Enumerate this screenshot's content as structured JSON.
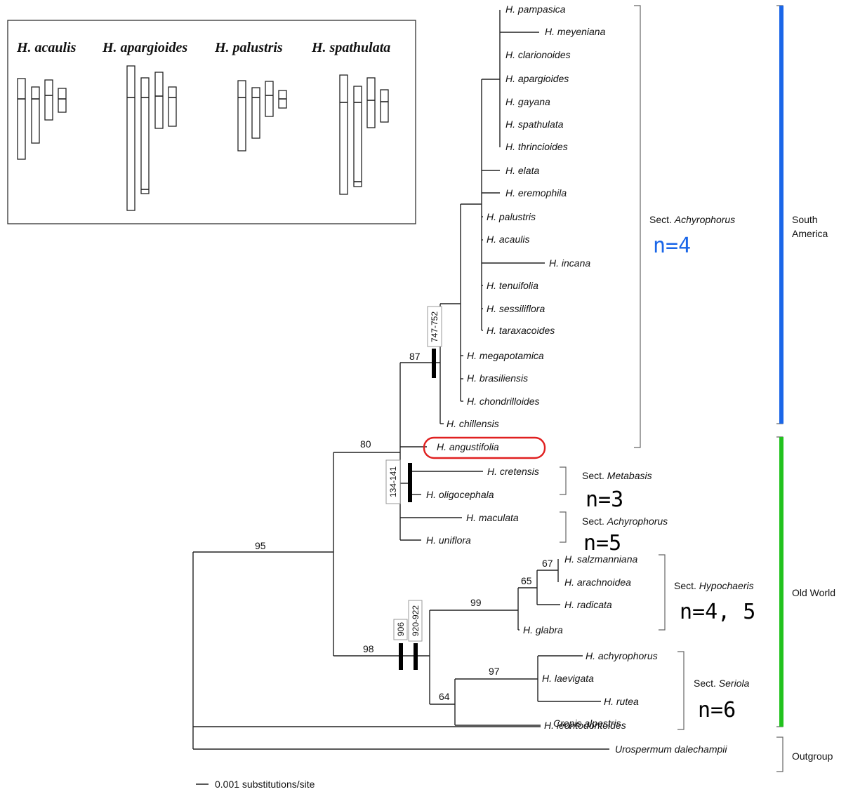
{
  "insert": {
    "species": [
      "H. acaulis",
      "H. apargioides",
      "H. palustris",
      "H. spathulata"
    ]
  },
  "taxa": {
    "pampasica": "H. pampasica",
    "meyeniana": "H. meyeniana",
    "clarionoides": "H. clarionoides",
    "apargioides": "H. apargioides",
    "gayana": "H. gayana",
    "spathulata": "H. spathulata",
    "thrincioides": "H. thrincioides",
    "elata": "H. elata",
    "eremophila": "H. eremophila",
    "palustris": "H. palustris",
    "acaulis": "H. acaulis",
    "incana": "H. incana",
    "tenuifolia": "H. tenuifolia",
    "sessiliflora": "H. sessiliflora",
    "taraxacoides": "H. taraxacoides",
    "megapotamica": "H. megapotamica",
    "brasiliensis": "H. brasiliensis",
    "chondrilloides": "H. chondrilloides",
    "chillensis": "H. chillensis",
    "angustifolia": "H. angustifolia",
    "cretensis": "H. cretensis",
    "oligocephala": "H. oligocephala",
    "maculata": "H. maculata",
    "uniflora": "H. uniflora",
    "salzmanniana": "H. salzmanniana",
    "arachnoidea": "H. arachnoidea",
    "radicata": "H. radicata",
    "glabra": "H. glabra",
    "achyrophorus": "H. achyrophorus",
    "laevigata": "H. laevigata",
    "rutea": "H. rutea",
    "leontodontoides": "H. leontodontoides",
    "crepis": "Crepis alpestris",
    "urospermum": "Urospermum dalechampii"
  },
  "bootstrap": {
    "b87": "87",
    "b80": "80",
    "b95": "95",
    "b98": "98",
    "b99": "99",
    "b65": "65",
    "b67": "67",
    "b97": "97",
    "b64": "64"
  },
  "boxes": {
    "b747": "747-752",
    "b134": "134-141",
    "b906": "906",
    "b920": "920-922"
  },
  "sections": {
    "achy_sa": {
      "prefix": "Sect. ",
      "name": "Achyrophorus",
      "n": "n=4"
    },
    "metabasis": {
      "prefix": "Sect. ",
      "name": "Metabasis",
      "n": "n=3"
    },
    "achy_ow": {
      "prefix": "Sect. ",
      "name": "Achyrophorus",
      "n": "n=5"
    },
    "hypochaeris": {
      "prefix": "Sect. ",
      "name": "Hypochaeris",
      "n": "n=4, 5"
    },
    "seriola": {
      "prefix": "Sect. ",
      "name": "Seriola",
      "n": "n=6"
    }
  },
  "regions": {
    "south_line1": "South",
    "south_line2": "America",
    "old_world": "Old World",
    "outgroup": "Outgroup"
  },
  "scale": "0.001 substitutions/site",
  "colors": {
    "south_america": "#1a66e8",
    "old_world": "#22c21e",
    "highlight": "#e02020",
    "n4_label": "#1a66e8"
  }
}
